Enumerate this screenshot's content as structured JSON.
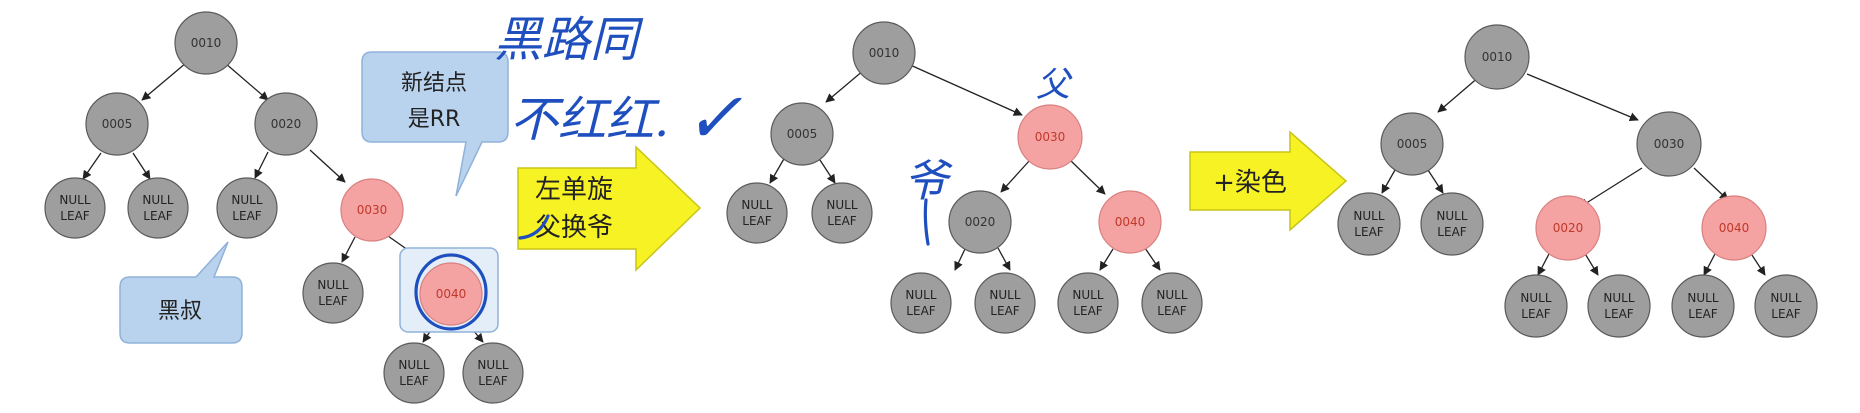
{
  "colors": {
    "black_node": "#9e9e9e",
    "black_node_stroke": "#5a5a5a",
    "red_node": "#f4a2a2",
    "red_node_stroke": "#d98080",
    "callout": "#b9d3ee",
    "callout_stroke": "#8fb2d8",
    "arrow": "#f7f223",
    "arrow_stroke": "#c9c418",
    "ink": "#1f4fbf",
    "edge": "#222222"
  },
  "leaf_text": {
    "line1": "NULL",
    "line2": "LEAF"
  },
  "trees": [
    {
      "nodes": [
        {
          "id": "n0010",
          "label": "0010",
          "color": "black"
        },
        {
          "id": "n0005",
          "label": "0005",
          "color": "black"
        },
        {
          "id": "n0020",
          "label": "0020",
          "color": "black"
        },
        {
          "id": "n0030",
          "label": "0030",
          "color": "red"
        },
        {
          "id": "n0040",
          "label": "0040",
          "color": "red",
          "highlighted": true
        }
      ]
    },
    {
      "nodes": [
        {
          "id": "n0010",
          "label": "0010",
          "color": "black"
        },
        {
          "id": "n0005",
          "label": "0005",
          "color": "black"
        },
        {
          "id": "n0030",
          "label": "0030",
          "color": "red"
        },
        {
          "id": "n0020",
          "label": "0020",
          "color": "black"
        },
        {
          "id": "n0040",
          "label": "0040",
          "color": "red"
        }
      ]
    },
    {
      "nodes": [
        {
          "id": "n0010",
          "label": "0010",
          "color": "black"
        },
        {
          "id": "n0005",
          "label": "0005",
          "color": "black"
        },
        {
          "id": "n0030",
          "label": "0030",
          "color": "black"
        },
        {
          "id": "n0020",
          "label": "0020",
          "color": "red"
        },
        {
          "id": "n0040",
          "label": "0040",
          "color": "red"
        }
      ]
    }
  ],
  "callouts": {
    "new_node": {
      "line1": "新结点",
      "line2": "是RR"
    },
    "black_uncle": "黑叔"
  },
  "arrows": {
    "rotate": {
      "line1": "左单旋",
      "line2": "父换爷"
    },
    "recolor": "+染色"
  },
  "handwriting": {
    "line1": "黑路同",
    "line2": "不红红.",
    "check": "✓",
    "fu": "父",
    "ye": "爷"
  }
}
